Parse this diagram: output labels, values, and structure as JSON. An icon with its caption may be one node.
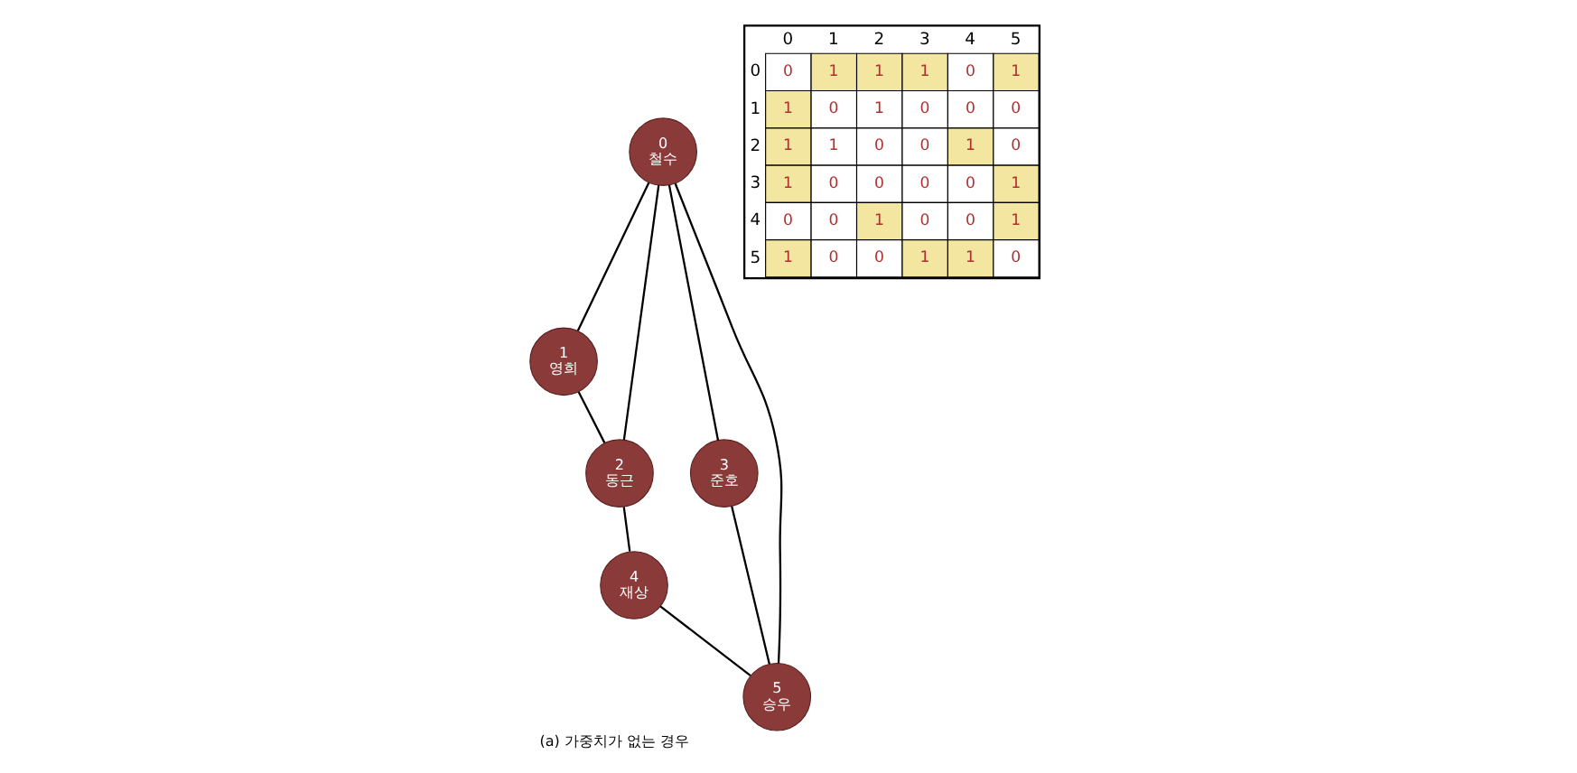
{
  "diagram": {
    "caption": "(a) 가중치가 없는 경우",
    "nodes": [
      {
        "text": [
          "0",
          "철수"
        ]
      },
      {
        "text": [
          "1",
          "영희"
        ]
      },
      {
        "text": [
          "2",
          "동근"
        ]
      },
      {
        "text": [
          "3",
          "준호"
        ]
      },
      {
        "text": [
          "4",
          "재상"
        ]
      },
      {
        "text": [
          "5",
          "승우"
        ]
      }
    ],
    "edges": [
      {
        "from": 0,
        "to": 1,
        "arrow": "none"
      },
      {
        "from": 0,
        "to": 2,
        "arrow": "none"
      },
      {
        "from": 0,
        "to": 3,
        "arrow": "none"
      },
      {
        "from": 0,
        "to": 5,
        "arrow": "none"
      },
      {
        "from": 1,
        "to": 2,
        "arrow": "none"
      },
      {
        "from": 2,
        "to": 4,
        "arrow": "none"
      },
      {
        "from": 3,
        "to": 5,
        "arrow": "none"
      },
      {
        "from": 4,
        "to": 5,
        "arrow": "none"
      }
    ],
    "labels": [
      "0",
      "1",
      "2",
      "3",
      "4",
      "5",
      "0",
      "0",
      "1",
      "1",
      "1",
      "0",
      "1",
      "1",
      "1",
      "0",
      "1",
      "0",
      "0",
      "0",
      "2",
      "1",
      "1",
      "0",
      "0",
      "1",
      "0",
      "3",
      "1",
      "0",
      "0",
      "0",
      "0",
      "1",
      "4",
      "0",
      "0",
      "1",
      "0",
      "0",
      "1",
      "5",
      "1",
      "0",
      "0",
      "1",
      "1",
      "0"
    ]
  }
}
